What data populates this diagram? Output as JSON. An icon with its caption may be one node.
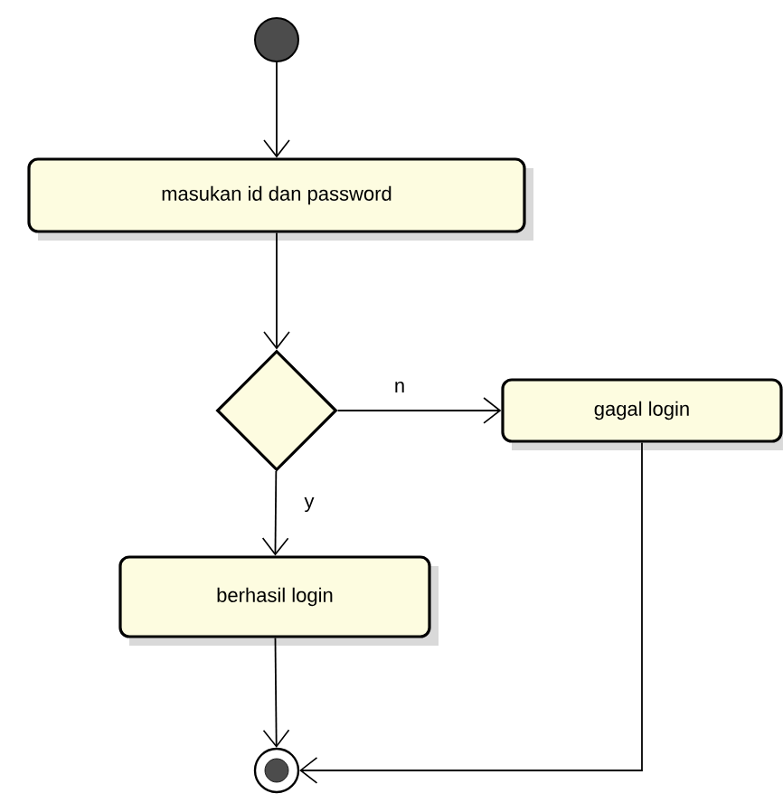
{
  "diagram": {
    "nodes": [
      {
        "text": [],
        "shape": "circle"
      },
      {
        "text": [
          "masukan id dan password"
        ]
      },
      {
        "text": [],
        "shape": "diamond"
      },
      {
        "text": [
          "gagal login"
        ]
      },
      {
        "text": [
          "berhasil login"
        ]
      },
      {
        "text": [],
        "shape": "bullseye"
      }
    ],
    "edges": [
      {
        "from": 0,
        "to": 1,
        "arrow": "to"
      },
      {
        "from": 1,
        "to": 2,
        "arrow": "to"
      },
      {
        "from": 2,
        "to": 3,
        "arrow": "to",
        "label": "n"
      },
      {
        "from": 2,
        "to": 4,
        "arrow": "to",
        "label": "y"
      },
      {
        "from": 4,
        "to": 5,
        "arrow": "to"
      },
      {
        "from": 3,
        "to": 5,
        "arrow": "to"
      }
    ]
  }
}
